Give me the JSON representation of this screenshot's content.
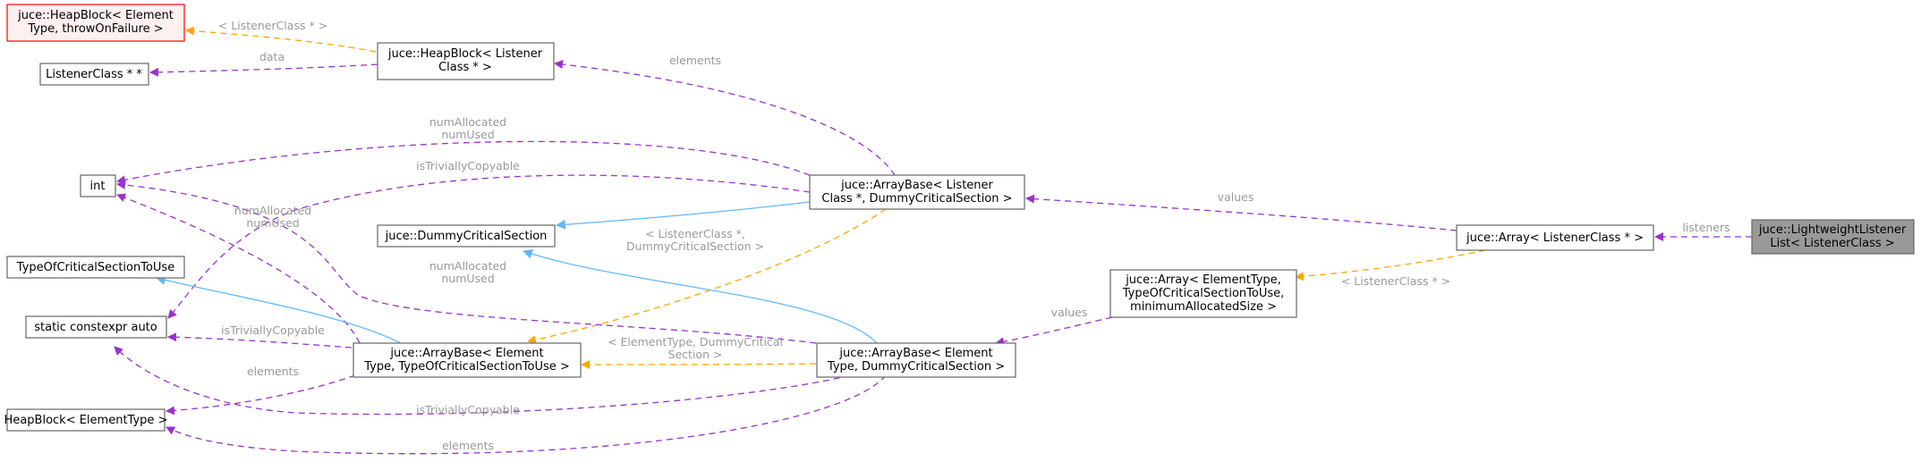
{
  "nodes": {
    "heapblock_element": [
      "juce::HeapBlock< Element",
      "Type, throwOnFailure >"
    ],
    "listenerclass_ptrptr": [
      "ListenerClass * *"
    ],
    "heapblock_listener": [
      "juce::HeapBlock< Listener",
      "Class * >"
    ],
    "int": [
      "int"
    ],
    "typeofcs": [
      "TypeOfCriticalSectionToUse"
    ],
    "static_constexpr": [
      "static constexpr auto"
    ],
    "heapblock_elementtype": [
      "HeapBlock< ElementType >"
    ],
    "dummy_cs": [
      "juce::DummyCriticalSection"
    ],
    "arraybase_listener": [
      "juce::ArrayBase< Listener",
      "Class *, DummyCriticalSection >"
    ],
    "arraybase_element_typeof": [
      "juce::ArrayBase< Element",
      "Type, TypeOfCriticalSectionToUse >"
    ],
    "arraybase_element_dummy": [
      "juce::ArrayBase< Element",
      "Type, DummyCriticalSection >"
    ],
    "array_elementtype": [
      "juce::Array< ElementType,",
      "TypeOfCriticalSectionToUse,",
      "minimumAllocatedSize >"
    ],
    "array_listenerclass": [
      "juce::Array< ListenerClass * >"
    ],
    "lightweight": [
      "juce::LightweightListener",
      "List< ListenerClass >"
    ]
  },
  "edge_labels": {
    "tmpl_listenerclass_ptr_top": [
      "< ListenerClass * >"
    ],
    "data": [
      "data"
    ],
    "elements_top": [
      "elements"
    ],
    "numallocated_top": [
      "numAllocated",
      "numUsed"
    ],
    "istriviallycopyable_top": [
      "isTriviallyCopyable"
    ],
    "values_right": [
      "values"
    ],
    "listeners": [
      "listeners"
    ],
    "numallocated_left": [
      "numAllocated",
      "numUsed"
    ],
    "tmpl_listenerclass_dummy": [
      "< ListenerClass *,",
      "DummyCriticalSection >"
    ],
    "numallocated_mid": [
      "numAllocated",
      "numUsed"
    ],
    "tmpl_listenerclass_ptr_right": [
      "< ListenerClass * >"
    ],
    "values_mid": [
      "values"
    ],
    "istriviallycopyable_left": [
      "isTriviallyCopyable"
    ],
    "tmpl_elementtype_dummy": [
      "< ElementType, DummyCritical",
      "Section >"
    ],
    "elements_left": [
      "elements"
    ],
    "istriviallycopyable_bottom": [
      "isTriviallyCopyable"
    ],
    "elements_bottom": [
      "elements"
    ]
  },
  "colors": {
    "usage_edge": "#9a32cd",
    "template_edge": "#ffa500",
    "inheritance_edge": "#63b8ff",
    "node_border": "#666666",
    "missing_node_border": "#ff0000",
    "current_node_fill": "#999999",
    "label_text": "#9a9a9a"
  }
}
